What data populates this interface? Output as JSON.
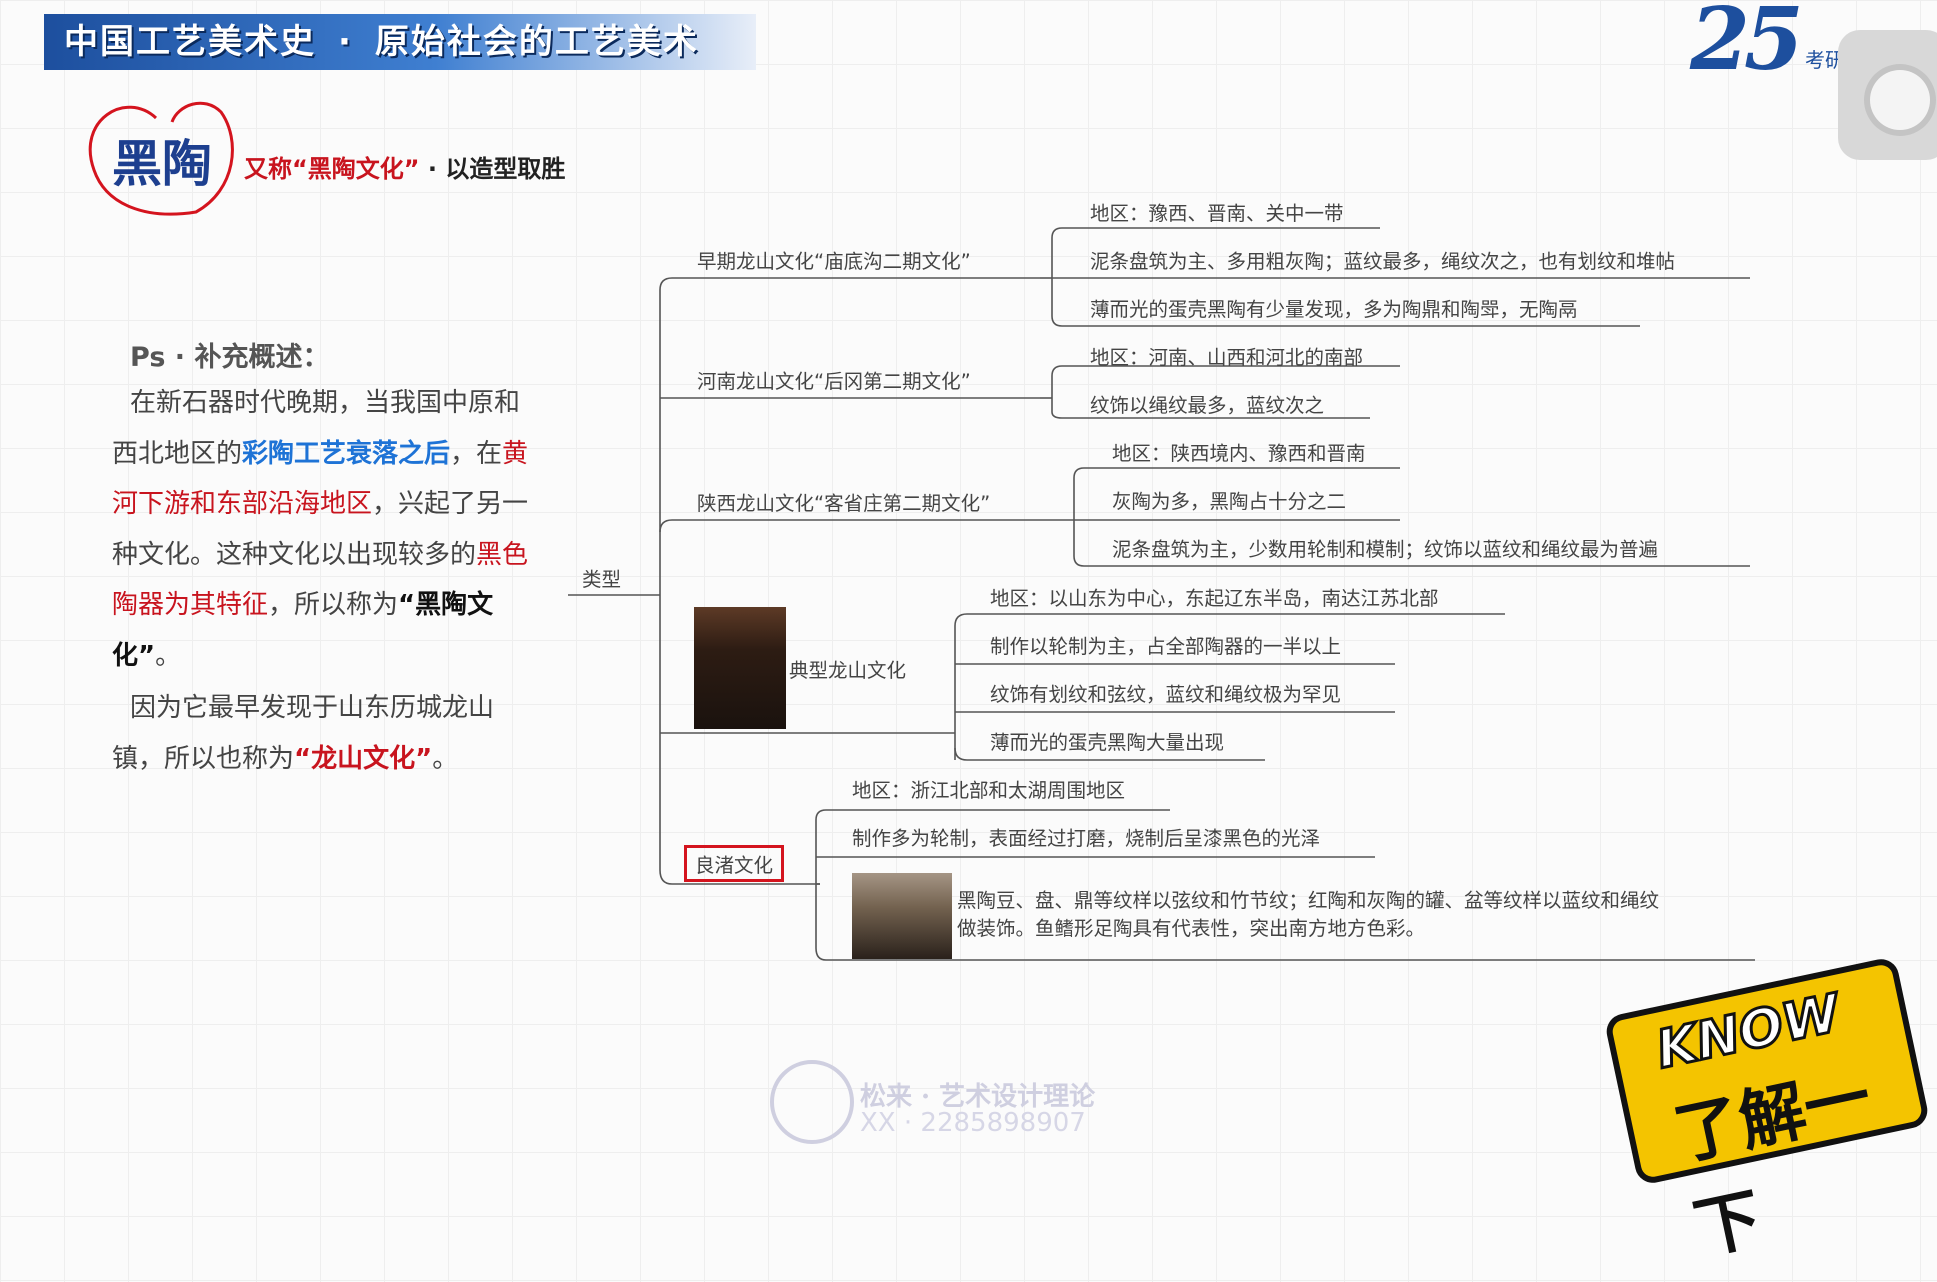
{
  "header": {
    "course": "中国工艺美术史",
    "separator": "·",
    "topic": "原始社会的工艺美术"
  },
  "badge": {
    "number": "25",
    "sub": "考研"
  },
  "section": {
    "title": "黑陶",
    "subtitle_prefix": "又称“黑陶文化”",
    "subtitle_sep": "·",
    "subtitle_suffix": "以造型取胜"
  },
  "supplement": {
    "title": "Ps · 补充概述：",
    "p1_a": "在新石器时代晚期，当我国中原和西北地区的",
    "p1_b": "彩陶工艺衰落之后",
    "p1_c": "，在",
    "p1_d": "黄河下游和东部沿海地区",
    "p1_e": "，兴起了另一种文化。这种文化以出现较多的",
    "p1_f": "黑色陶器为其特征",
    "p1_g": "，所以称为",
    "p1_h": "“黑陶文化”",
    "p1_i": "。",
    "p2_a": "因为它最早发现于山东历城龙山镇，所以也称为",
    "p2_b": "“龙山文化”",
    "p2_c": "。"
  },
  "mindmap": {
    "root": "类型",
    "branches": [
      {
        "name": "早期龙山文化“庙底沟二期文化”",
        "leaves": [
          "地区：豫西、晋南、关中一带",
          "泥条盘筑为主、多用粗灰陶；蓝纹最多，绳纹次之，也有划纹和堆帖",
          "薄而光的蛋壳黑陶有少量发现，多为陶鼎和陶斝，无陶鬲"
        ]
      },
      {
        "name": "河南龙山文化“后冈第二期文化”",
        "leaves": [
          "地区：河南、山西和河北的南部",
          "纹饰以绳纹最多，蓝纹次之"
        ]
      },
      {
        "name": "陕西龙山文化“客省庄第二期文化”",
        "leaves": [
          "地区：陕西境内、豫西和晋南",
          "灰陶为多，黑陶占十分之二",
          "泥条盘筑为主，少数用轮制和模制；纹饰以蓝纹和绳纹最为普遍"
        ]
      },
      {
        "name": "典型龙山文化",
        "leaves": [
          "地区：以山东为中心，东起辽东半岛，南达江苏北部",
          "制作以轮制为主，占全部陶器的一半以上",
          "纹饰有划纹和弦纹，蓝纹和绳纹极为罕见",
          "薄而光的蛋壳黑陶大量出现"
        ]
      },
      {
        "name": "良渚文化",
        "leaves": [
          "地区：浙江北部和太湖周围地区",
          "制作多为轮制，表面经过打磨，烧制后呈漆黑色的光泽",
          "黑陶豆、盘、鼎等纹样以弦纹和竹节纹；红陶和灰陶的罐、盆等纹样以蓝纹和绳纹",
          "做装饰。鱼鳍形足陶具有代表性，突出南方地方色彩。"
        ]
      }
    ]
  },
  "watermark": {
    "text": "松来 · 艺术设计理论",
    "number": "XX · 2285898907"
  },
  "sticker": {
    "en": "KNOW",
    "cn": "了解一下"
  },
  "colors": {
    "accent_blue": "#1d4f9e",
    "highlight_red": "#c8141e",
    "highlight_blue": "#1e73d6",
    "sticker": "#f4c400"
  }
}
